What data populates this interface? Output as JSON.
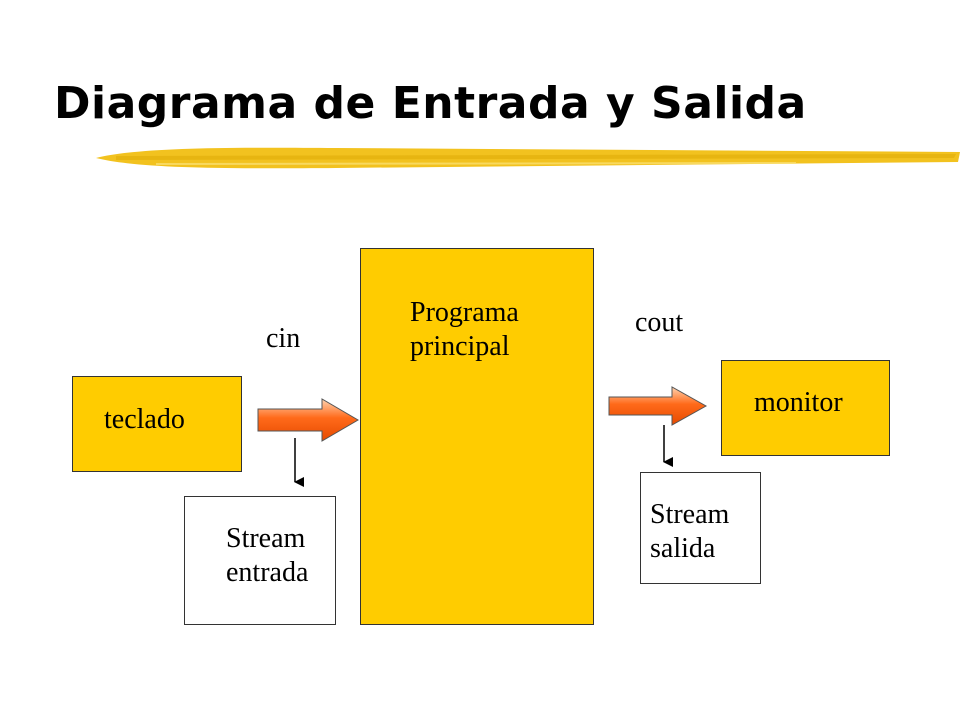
{
  "slide": {
    "title": "Diagrama de Entrada y Salida",
    "accent_color": "#ffcc00",
    "arrow_color": "#ff6a1a"
  },
  "diagram": {
    "nodes": {
      "keyboard": {
        "label": "teclado"
      },
      "main_program": {
        "label": "Programa\nprincipal"
      },
      "monitor": {
        "label": "monitor"
      },
      "input_stream": {
        "label": "Stream\nentrada"
      },
      "output_stream": {
        "label": "Stream\nsalida"
      }
    },
    "edges": {
      "cin": {
        "label": "cin",
        "from": "teclado",
        "to": "Programa principal"
      },
      "cout": {
        "label": "cout",
        "from": "Programa principal",
        "to": "monitor"
      }
    }
  }
}
